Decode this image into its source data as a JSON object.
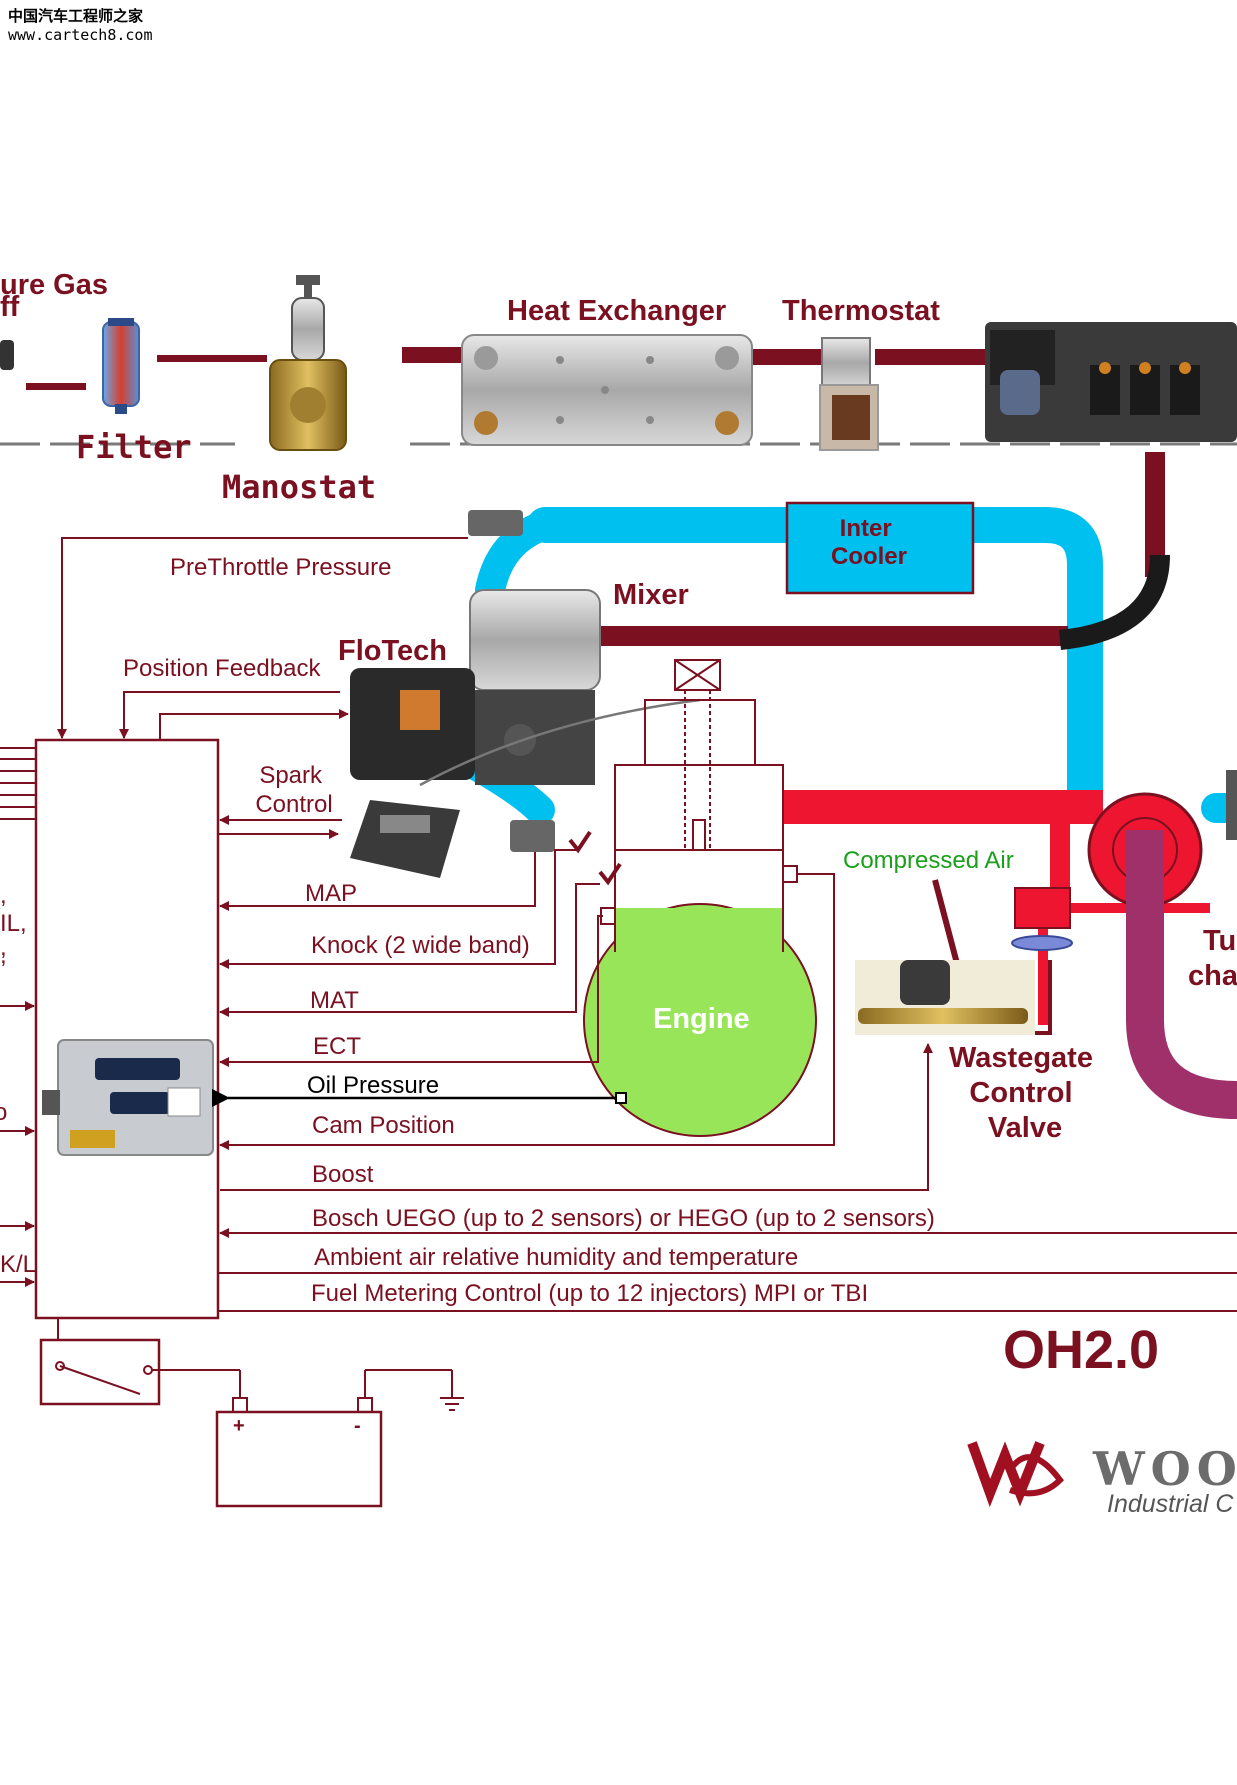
{
  "watermark": {
    "site_name": "中国汽车工程师之家",
    "url": "www.cartech8.com"
  },
  "title": "OH2.0",
  "components": {
    "gas_shutoff": "ure Gas\nff",
    "filter": "Filter",
    "manostat": "Manostat",
    "heat_exchanger": "Heat Exchanger",
    "thermostat": "Thermostat",
    "inter_cooler": "Inter\nCooler",
    "mixer": "Mixer",
    "flotech": "FloTech",
    "engine": "Engine",
    "compressed_air": "Compressed Air",
    "wastegate": "Wastegate\nControl\nValve",
    "turbocharger": "Tu\ncha"
  },
  "signals": {
    "prethrottle_pressure": "PreThrottle Pressure",
    "position_feedback": "Position Feedback",
    "spark_control": "Spark\nControl",
    "map": "MAP",
    "knock": "Knock (2 wide band)",
    "mat": "MAT",
    "ect": "ECT",
    "oil_pressure": "Oil Pressure",
    "cam_position": "Cam Position",
    "boost": "Boost",
    "uego": "Bosch UEGO (up to 2 sensors) or HEGO (up to 2 sensors)",
    "ambient": "Ambient air relative humidity and temperature",
    "fuel_metering": "Fuel Metering Control (up to 12 injectors) MPI or TBI"
  },
  "left_cut_labels": [
    ",",
    "IL,",
    ",",
    ",",
    "o",
    "K/L"
  ],
  "battery": {
    "plus": "+",
    "minus": "-"
  },
  "logo": {
    "text": "WOO",
    "subtitle": "Industrial C"
  },
  "colors": {
    "wire": "#7a1020",
    "intake_air": "#00c0f0",
    "compressed_charge": "#ee1530",
    "exhaust": "#a0306a",
    "engine_fill": "#99e55a",
    "compressed_air_text": "#1aa01a"
  },
  "icons": [
    "filter-icon",
    "manostat-icon",
    "heat-exchanger-icon",
    "thermostat-icon",
    "fuel-injector-rail-icon",
    "flotech-throttle-icon",
    "spark-module-icon",
    "ecu-module-icon",
    "pressure-sensor-icon",
    "wastegate-solenoid-icon",
    "switch-icon",
    "battery-icon",
    "ground-icon",
    "woodward-logo-icon"
  ]
}
